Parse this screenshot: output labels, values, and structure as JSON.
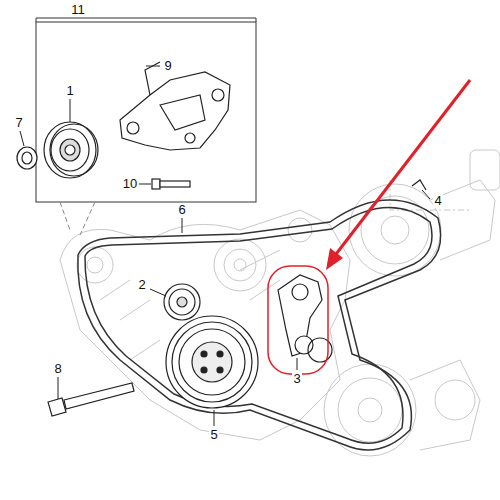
{
  "diagram": {
    "labels": [
      "11",
      "1",
      "9",
      "7",
      "10",
      "6",
      "4",
      "2",
      "3",
      "8",
      "5"
    ]
  }
}
